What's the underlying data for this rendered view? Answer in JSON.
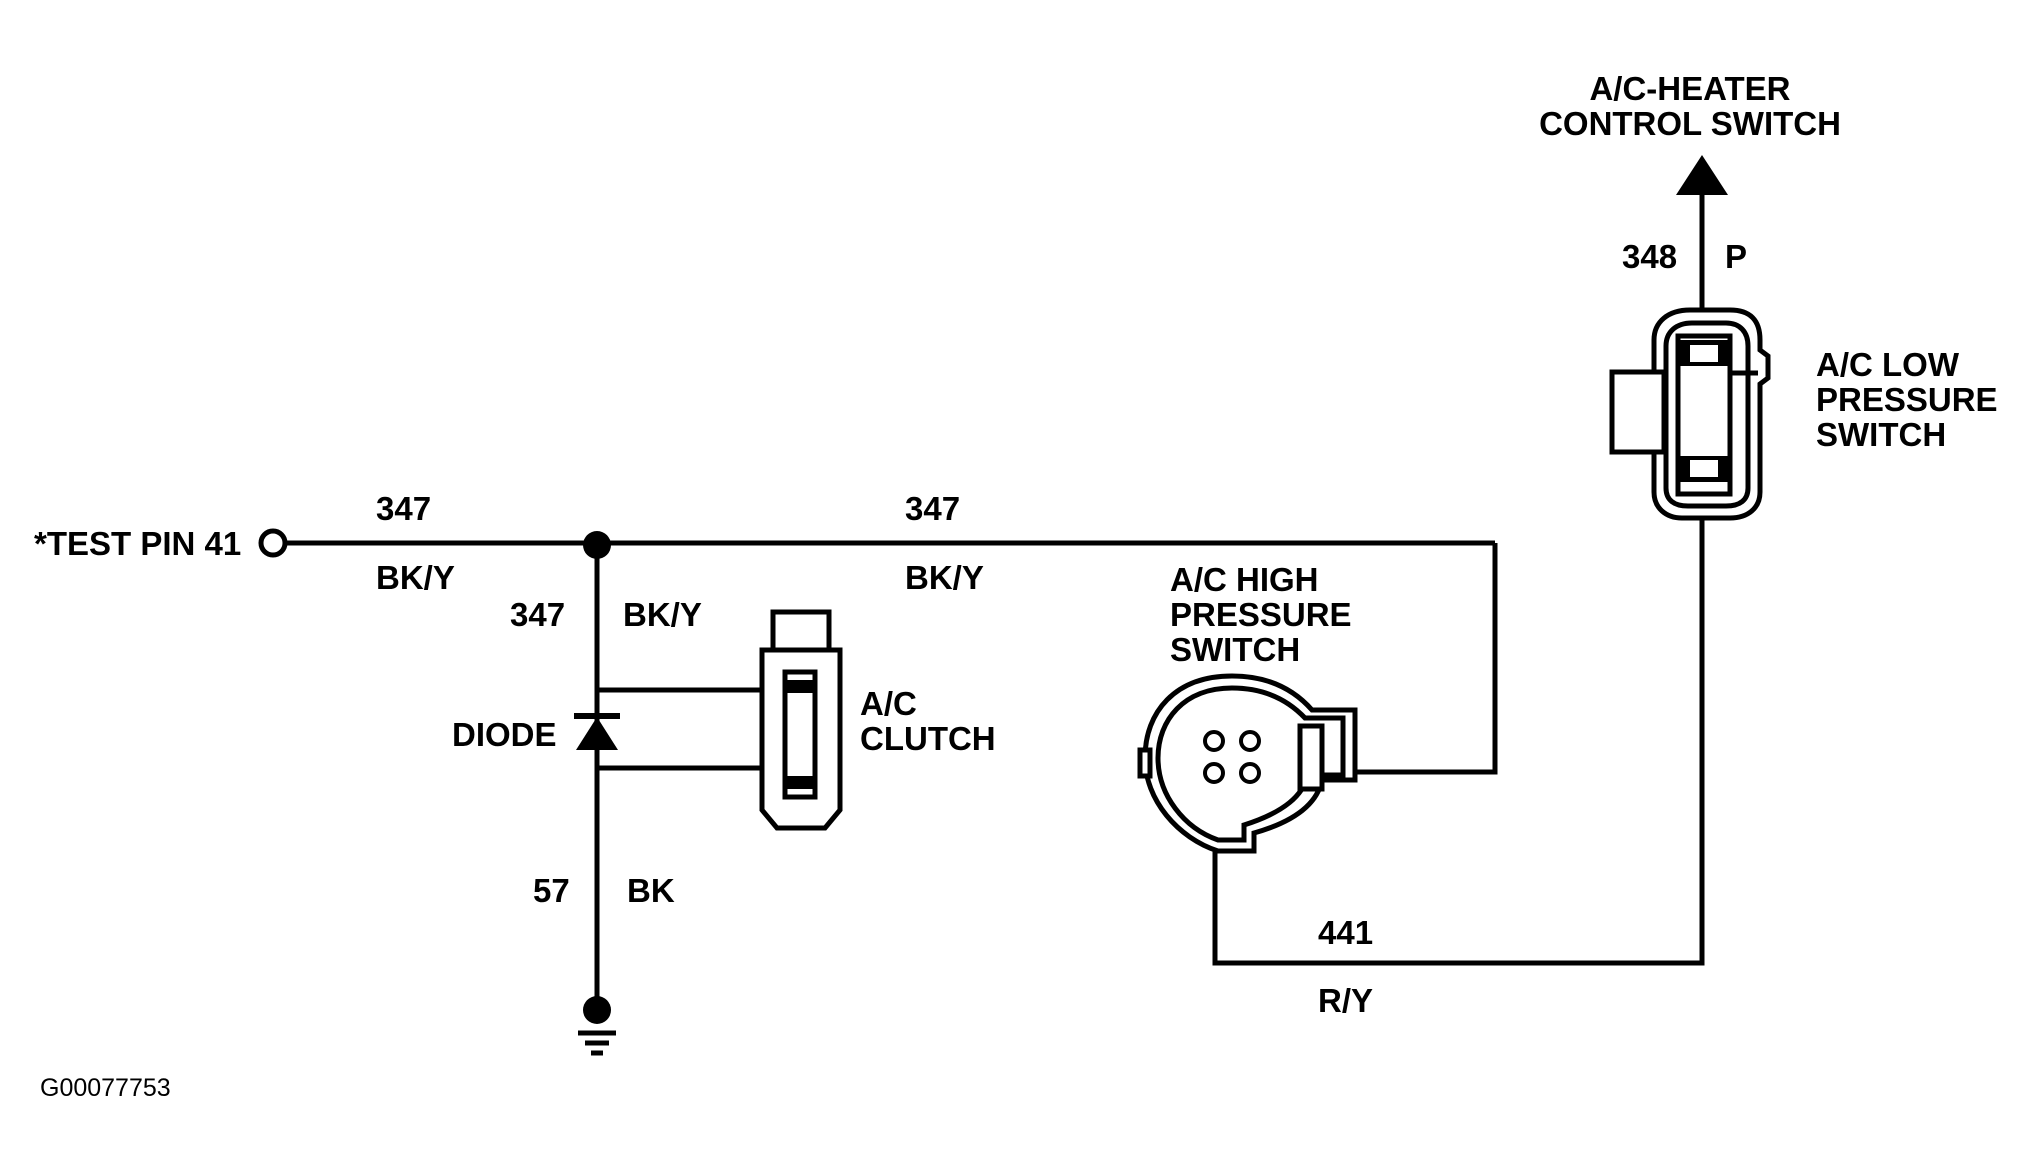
{
  "labels": {
    "test_pin": "*TEST PIN 41",
    "circuit_347_top_left": "347",
    "color_bky_left": "BK/Y",
    "circuit_347_top_right": "347",
    "color_bky_right": "BK/Y",
    "circuit_347_vertical": "347",
    "color_bky_vertical": "BK/Y",
    "diode": "DIODE",
    "ac_clutch_line1": "A/C",
    "ac_clutch_line2": "CLUTCH",
    "circuit_57": "57",
    "color_bk": "BK",
    "high_pressure_line1": "A/C HIGH",
    "high_pressure_line2": "PRESSURE",
    "high_pressure_line3": "SWITCH",
    "circuit_441": "441",
    "color_ry": "R/Y",
    "heater_line1": "A/C-HEATER",
    "heater_line2": "CONTROL SWITCH",
    "circuit_348": "348",
    "color_p": "P",
    "low_pressure_line1": "A/C LOW",
    "low_pressure_line2": "PRESSURE",
    "low_pressure_line3": "SWITCH",
    "figure_code": "G00077753"
  }
}
